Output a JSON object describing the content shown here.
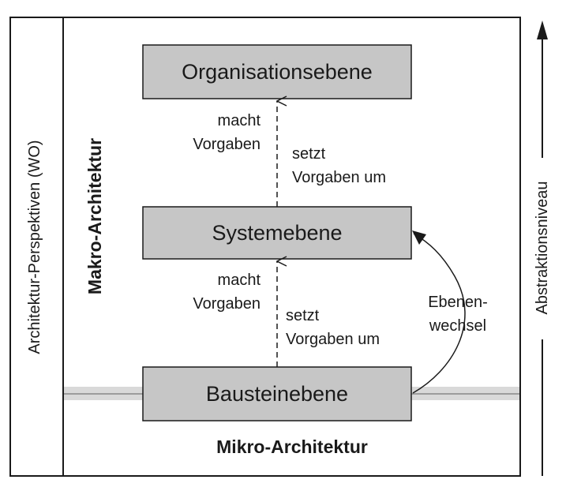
{
  "perspective_label": "Architektur-Perspektiven (WO)",
  "macro_label": "Makro-Architektur",
  "micro_label": "Mikro-Architektur",
  "abstraction_label": "Abstraktionsniveau",
  "levels": {
    "top": "Organisationsebene",
    "middle": "Systemebene",
    "bottom": "Bausteinebene"
  },
  "upper_arrow": {
    "left_line1": "macht",
    "left_line2": "Vorgaben",
    "right_line1": "setzt",
    "right_line2": "Vorgaben um"
  },
  "lower_arrow": {
    "left_line1": "macht",
    "left_line2": "Vorgaben",
    "right_line1": "setzt",
    "right_line2": "Vorgaben um"
  },
  "level_change": {
    "line1": "Ebenen-",
    "line2": "wechsel"
  },
  "colors": {
    "box_fill": "#c6c6c6",
    "band": "#d9d9d9",
    "stroke": "#1a1a1a"
  }
}
